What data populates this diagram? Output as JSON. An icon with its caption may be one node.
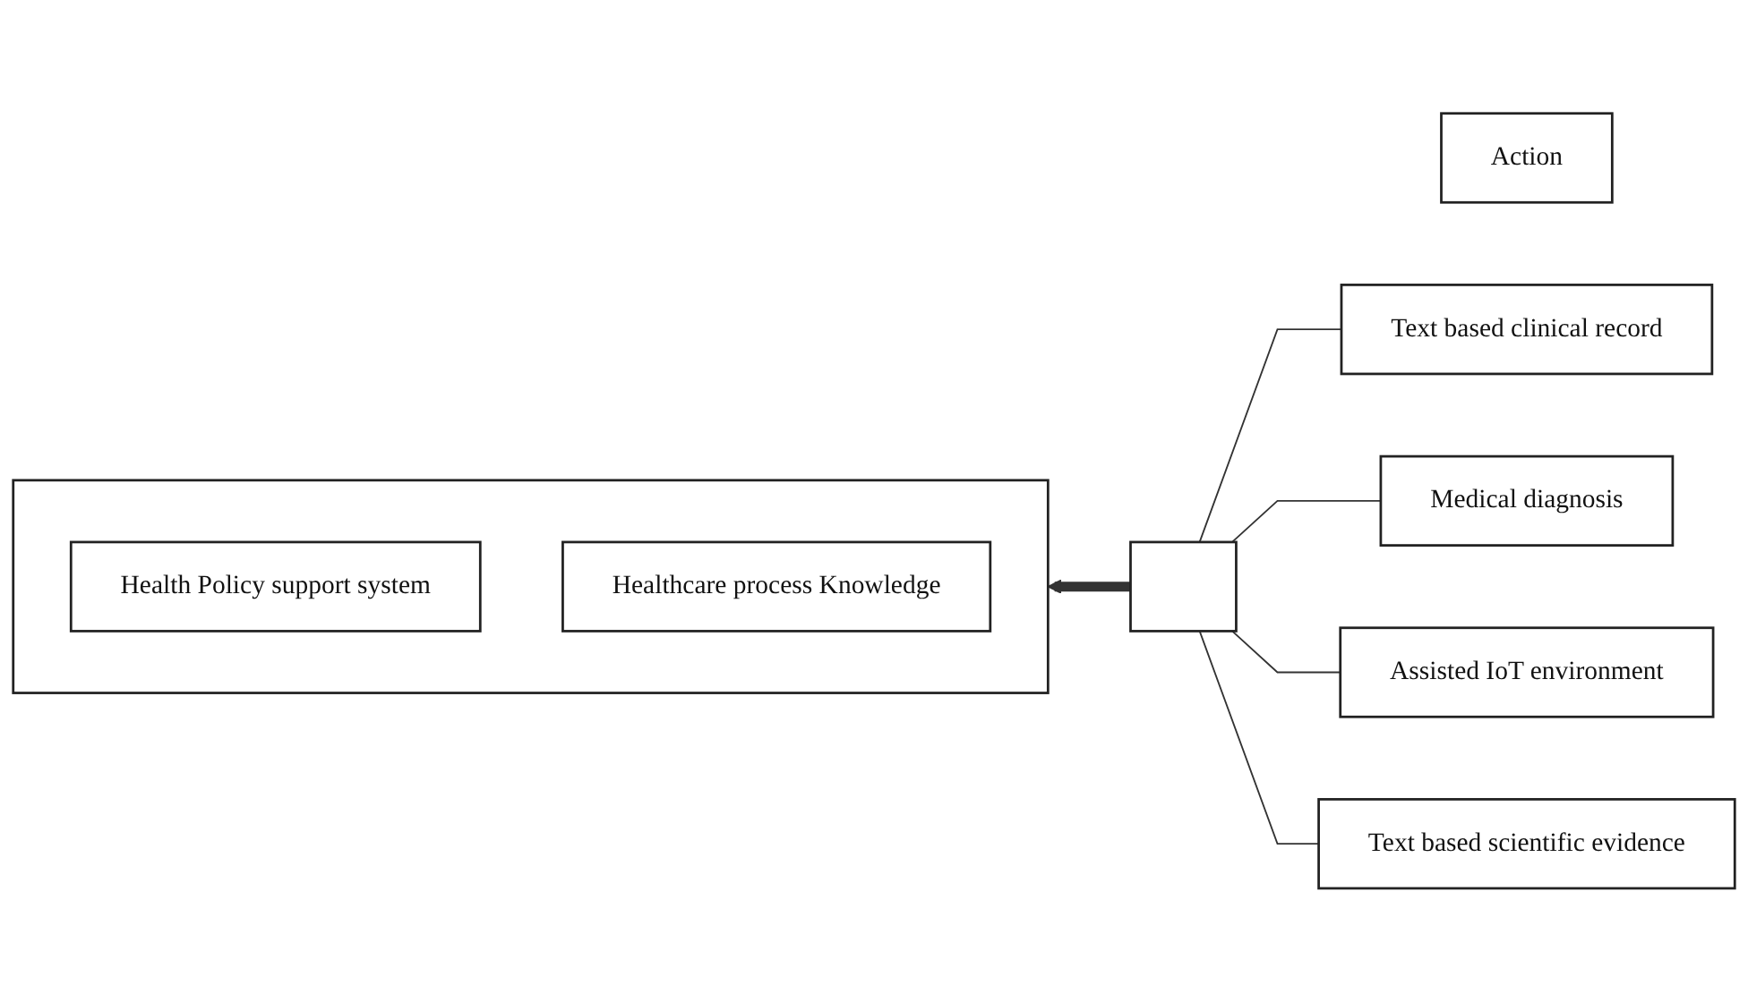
{
  "diagram": {
    "nodes": [
      {
        "text": [
          "Action"
        ]
      },
      {
        "text": [],
        "shape": "box"
      },
      {
        "text": [
          "Health Policy support system"
        ],
        "in": 1
      },
      {
        "text": [
          "Healthcare process Knowledge"
        ],
        "in": 1
      },
      {
        "text": [],
        "shape": "bar"
      },
      {
        "text": [
          "Text based clinical record"
        ]
      },
      {
        "text": [
          "Medical diagnosis"
        ]
      },
      {
        "text": [
          "Assisted IoT environment"
        ]
      },
      {
        "text": [
          "Text based scientific evidence"
        ]
      }
    ],
    "edges": [
      {
        "from": 4,
        "to": 1,
        "arrow": "to",
        "style": "thick"
      },
      {
        "from": 4,
        "to": 5,
        "arrow": "none"
      },
      {
        "from": 4,
        "to": 6,
        "arrow": "none"
      },
      {
        "from": 4,
        "to": 7,
        "arrow": "none"
      },
      {
        "from": 4,
        "to": 8,
        "arrow": "none"
      }
    ]
  }
}
